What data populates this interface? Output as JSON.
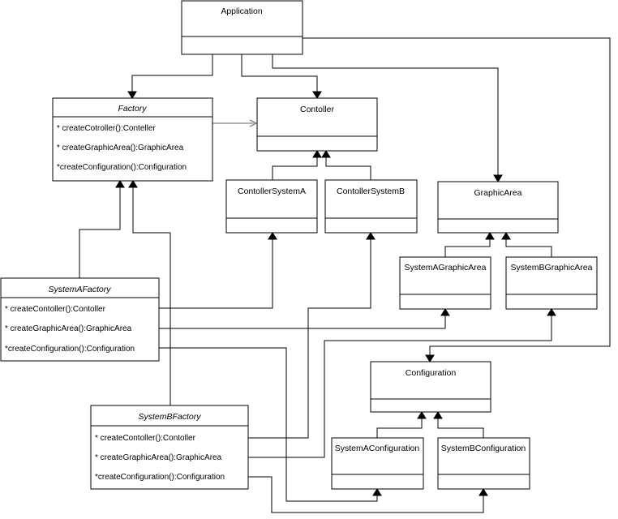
{
  "diagram": {
    "classes": {
      "application": {
        "name": "Application",
        "methods": []
      },
      "factory": {
        "name": "Factory",
        "abstract": true,
        "methods": [
          "* createCotroller():Conteller",
          "* createGraphicArea():GraphicArea",
          "*createConfiguration():Configuration"
        ]
      },
      "controller": {
        "name": "Contoller",
        "methods": []
      },
      "controllerSystemA": {
        "name": "ContollerSystemA",
        "methods": []
      },
      "controllerSystemB": {
        "name": "ContollerSystemB",
        "methods": []
      },
      "graphicArea": {
        "name": "GraphicArea",
        "methods": []
      },
      "systemAGraphicArea": {
        "name": "SystemAGraphicArea",
        "methods": []
      },
      "systemBGraphicArea": {
        "name": "SystemBGraphicArea",
        "methods": []
      },
      "systemAFactory": {
        "name": "SystemAFactory",
        "abstract": true,
        "methods": [
          "* createContoller():Contoller",
          "* createGraphicArea():GraphicArea",
          "*createConfiguration():Configuration"
        ]
      },
      "configuration": {
        "name": "Configuration",
        "methods": []
      },
      "systemBFactory": {
        "name": "SystemBFactory",
        "abstract": true,
        "methods": [
          "* createContoller():Contoller",
          "* createGraphicArea():GraphicArea",
          "*createConfiguration():Configuration"
        ]
      },
      "systemAConfiguration": {
        "name": "SystemAConfiguration",
        "methods": []
      },
      "systemBConfiguration": {
        "name": "SystemBConfiguration",
        "methods": []
      }
    },
    "relations": [
      {
        "from": "application",
        "to": "factory",
        "kind": "association"
      },
      {
        "from": "application",
        "to": "controller",
        "kind": "association"
      },
      {
        "from": "application",
        "to": "graphicArea",
        "kind": "association"
      },
      {
        "from": "application",
        "to": "configuration",
        "kind": "association"
      },
      {
        "from": "factory",
        "to": "controller",
        "kind": "dependency"
      },
      {
        "from": "controllerSystemA",
        "to": "controller",
        "kind": "inheritance"
      },
      {
        "from": "controllerSystemB",
        "to": "controller",
        "kind": "inheritance"
      },
      {
        "from": "systemAGraphicArea",
        "to": "graphicArea",
        "kind": "inheritance"
      },
      {
        "from": "systemBGraphicArea",
        "to": "graphicArea",
        "kind": "inheritance"
      },
      {
        "from": "systemAConfiguration",
        "to": "configuration",
        "kind": "inheritance"
      },
      {
        "from": "systemBConfiguration",
        "to": "configuration",
        "kind": "inheritance"
      },
      {
        "from": "systemAFactory",
        "to": "factory",
        "kind": "inheritance"
      },
      {
        "from": "systemBFactory",
        "to": "factory",
        "kind": "inheritance"
      },
      {
        "from": "systemAFactory",
        "to": "controllerSystemA",
        "kind": "association"
      },
      {
        "from": "systemAFactory",
        "to": "systemAGraphicArea",
        "kind": "association"
      },
      {
        "from": "systemAFactory",
        "to": "systemAConfiguration",
        "kind": "association"
      },
      {
        "from": "systemBFactory",
        "to": "controllerSystemB",
        "kind": "association"
      },
      {
        "from": "systemBFactory",
        "to": "systemBGraphicArea",
        "kind": "association"
      },
      {
        "from": "systemBFactory",
        "to": "systemBConfiguration",
        "kind": "association"
      }
    ]
  }
}
